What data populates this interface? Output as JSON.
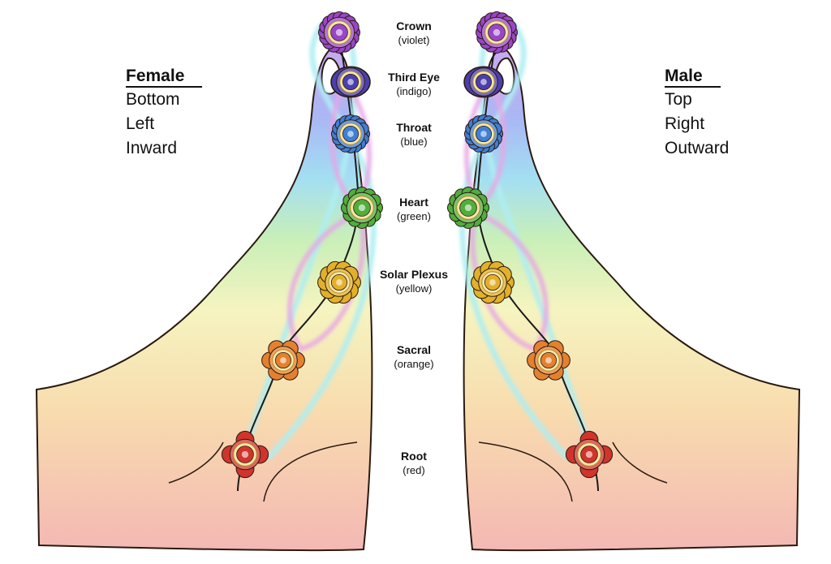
{
  "female": {
    "title": "Female",
    "lines": [
      "Bottom",
      "Left",
      "Inward"
    ]
  },
  "male": {
    "title": "Male",
    "lines": [
      "Top",
      "Right",
      "Outward"
    ]
  },
  "chakras": [
    {
      "name": "Crown",
      "color_name": "(violet)",
      "hex": "#9a45c9"
    },
    {
      "name": "Third Eye",
      "color_name": "(indigo)",
      "hex": "#4b3fae"
    },
    {
      "name": "Throat",
      "color_name": "(blue)",
      "hex": "#3f7fd6"
    },
    {
      "name": "Heart",
      "color_name": "(green)",
      "hex": "#4fae3c"
    },
    {
      "name": "Solar Plexus",
      "color_name": "(yellow)",
      "hex": "#e3b02a"
    },
    {
      "name": "Sacral",
      "color_name": "(orange)",
      "hex": "#e5802e"
    },
    {
      "name": "Root",
      "color_name": "(red)",
      "hex": "#d0342c"
    }
  ],
  "colors": {
    "outline": "#2a1a10",
    "channel_pink": "#e7a6e6",
    "channel_cyan": "#aeeef3"
  }
}
